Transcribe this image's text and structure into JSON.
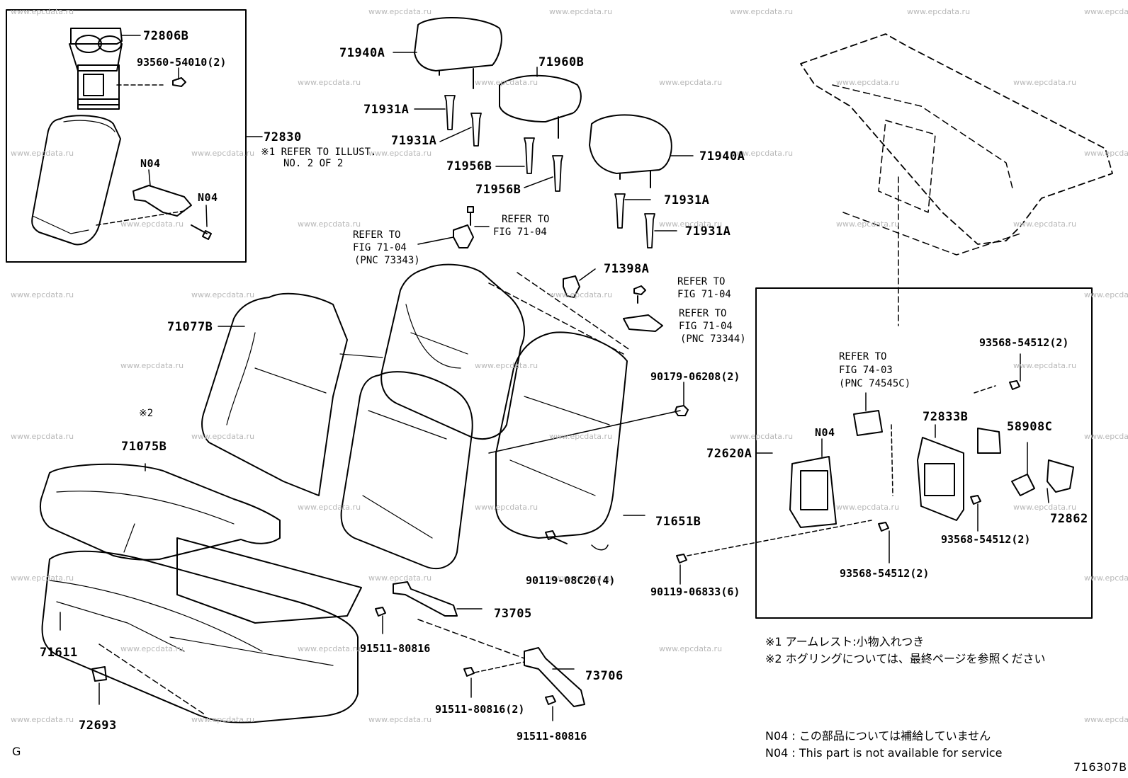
{
  "watermark": "www.epcdata.ru",
  "diagram_code": "716307B",
  "section_letter": "G",
  "inset_left": {
    "parts": {
      "p72806b": "72806B",
      "p93560": "93560-54010(2)",
      "p72830": "72830",
      "n04a": "N04",
      "n04b": "N04"
    },
    "note_line1": "※1 REFER TO ILLUST.",
    "note_line2": "NO. 2 OF 2"
  },
  "parts": {
    "p71940a_1": "71940A",
    "p71960b": "71960B",
    "p71931a_1": "71931A",
    "p71931a_2": "71931A",
    "p71956b_1": "71956B",
    "p71956b_2": "71956B",
    "p71940a_2": "71940A",
    "p71931a_3": "71931A",
    "p71931a_4": "71931A",
    "p71398a": "71398A",
    "p71077b": "71077B",
    "p71075b": "71075B",
    "p71611": "71611",
    "p72693": "72693",
    "p71651b": "71651B",
    "p90179": "90179-06208(2)",
    "p90119_08c20": "90119-08C20(4)",
    "p90119_06833": "90119-06833(6)",
    "p73705": "73705",
    "p73706": "73706",
    "p91511_a": "91511-80816",
    "p91511_b": "91511-80816(2)",
    "p91511_c": "91511-80816",
    "p72620a": "72620A",
    "p93568_a": "93568-54512(2)",
    "p93568_b": "93568-54512(2)",
    "p93568_c": "93568-54512(2)",
    "p72833b": "72833B",
    "p58908c": "58908C",
    "p72862": "72862",
    "n04_c": "N04",
    "mark2": "※2"
  },
  "refs": {
    "r1_l1": "REFER TO",
    "r1_l2": "FIG 71-04",
    "r2_l1": "REFER TO",
    "r2_l2": "FIG 71-04",
    "r2_l3": "(PNC 73343)",
    "r3_l1": "REFER TO",
    "r3_l2": "FIG 71-04",
    "r4_l1": "REFER TO",
    "r4_l2": "FIG 71-04",
    "r4_l3": "(PNC 73344)",
    "r5_l1": "REFER TO",
    "r5_l2": "FIG 74-03",
    "r5_l3": "(PNC 74545C)"
  },
  "notes": {
    "n1": "※1  アームレスト:小物入れつき",
    "n2": "※2  ホグリングについては、最終ページを参照ください",
    "n04_jp": "N04 :  この部品については補給していません",
    "n04_en": "N04 :  This part is not available for service"
  }
}
